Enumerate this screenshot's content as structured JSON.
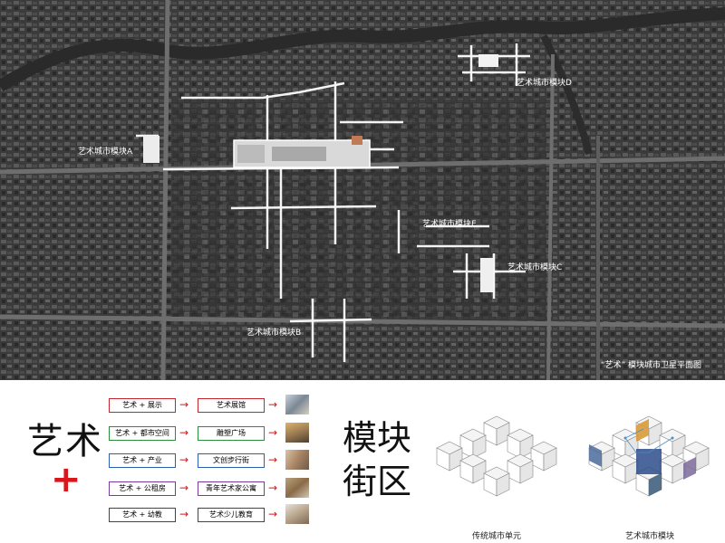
{
  "map": {
    "labels": {
      "a": "艺术城市模块A",
      "b": "艺术城市模块B",
      "c": "艺术城市模块C",
      "d": "艺术城市模块D",
      "e": "艺术城市模块E"
    },
    "caption": "“艺术” 模块城市卫星平面图"
  },
  "diagram": {
    "art_title": "艺术",
    "plus_sign": "+",
    "module_title_line1": "模块",
    "module_title_line2": "街区",
    "rows": [
      {
        "left": "艺术 + 展示",
        "right": "艺术展馆",
        "color": "#c8242b"
      },
      {
        "left": "艺术 + 都市空间",
        "right": "雕塑广场",
        "color": "#2e8b3a"
      },
      {
        "left": "艺术 + 产业",
        "right": "文创步行街",
        "color": "#2b5fb0"
      },
      {
        "left": "艺术 + 公租房",
        "right": "青年艺术家公寓",
        "color": "#7a3aa0"
      },
      {
        "left": "艺术 + 幼教",
        "right": "艺术少儿教育",
        "color": "#444444"
      }
    ],
    "cube_labels": {
      "traditional": "传统城市单元",
      "art": "艺术城市模块"
    }
  }
}
